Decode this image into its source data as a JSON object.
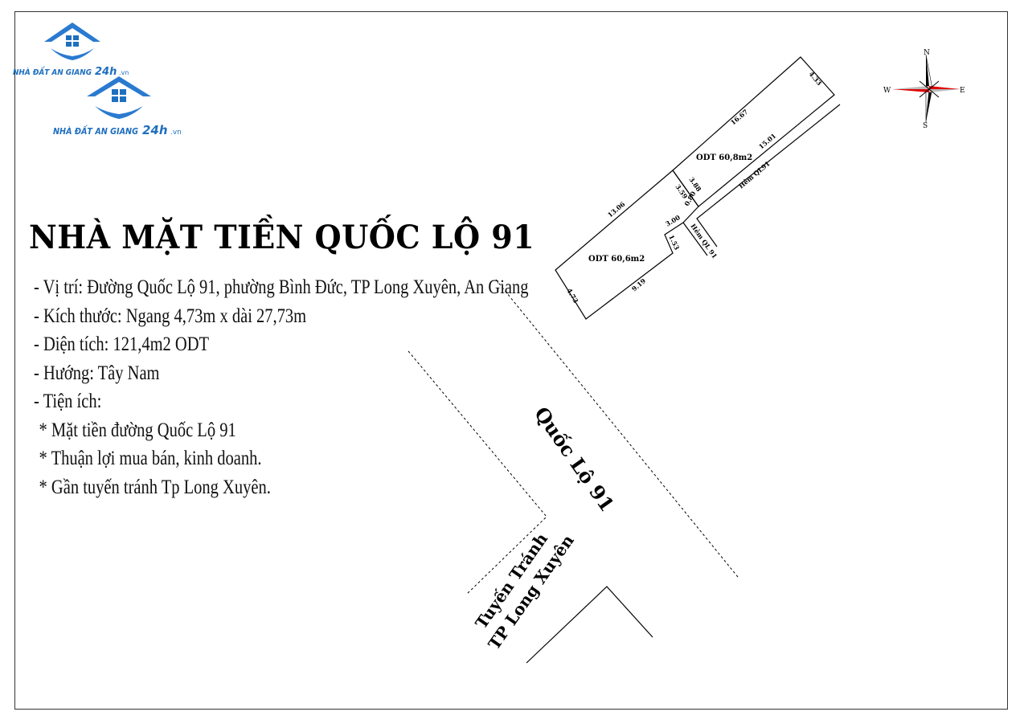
{
  "logo": {
    "brand": "NHÀ ĐẤT AN GIANG",
    "suffix": "24h",
    "domain": ".vn"
  },
  "title": "NHÀ MẶT TIỀN QUỐC LỘ 91",
  "details": [
    "- Vị trí: Đường Quốc Lộ 91, phường Bình Đức, TP Long Xuyên, An Giang",
    "- Kích thước: Ngang 4,73m x dài 27,73m",
    "- Diện tích: 121,4m2 ODT",
    "- Hướng: Tây Nam",
    "- Tiện ích:",
    "* Mặt tiền đường Quốc Lộ 91",
    "* Thuận lợi mua bán, kinh doanh.",
    "* Gần tuyến tránh Tp Long Xuyên."
  ],
  "compass": {
    "n": "N",
    "s": "S",
    "e": "E",
    "w": "W"
  },
  "plot": {
    "upper_area": "ODT 60,8m2",
    "lower_area": "ODT 60,6m2",
    "dims": {
      "top_upper": "16.67",
      "right": "4.33",
      "alley_side": "15.01",
      "mid_a": "3.88",
      "mid_b": "3.59",
      "notch_a": "0.80",
      "notch_b": "3.00",
      "notch_c": "1.53",
      "top_lower": "13.06",
      "bottom": "9.19",
      "left": "4.73"
    },
    "alley_a": "Hẻm QL91",
    "alley_b": "Hẻm QL 91"
  },
  "roads": {
    "main": "Quốc Lộ 91",
    "bypass_1": "Tuyến Tránh",
    "bypass_2": "TP Long Xuyên"
  },
  "colors": {
    "logo_blue": "#1f6fbf",
    "compass_red": "#e00000"
  }
}
